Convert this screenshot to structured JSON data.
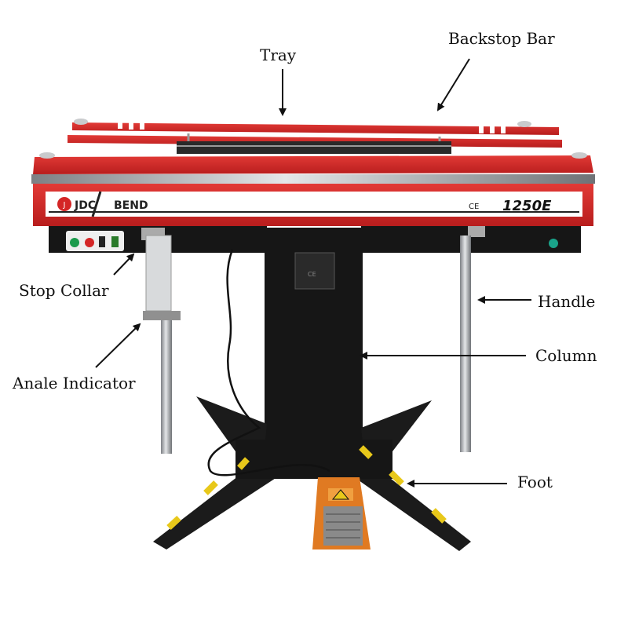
{
  "callouts": {
    "tray": "Tray",
    "backstop_bar": "Backstop Bar",
    "stop_collar": "Stop Collar",
    "handle": "Handle",
    "column": "Column",
    "angle_indicator": "Anale Indicator",
    "foot": "Foot"
  },
  "machine": {
    "brand_left": "JDC",
    "brand_right": "BEND",
    "model": "1250E",
    "cert_mark": "CE",
    "plate_mark": "CE"
  },
  "colors": {
    "machine_red": "#d42626",
    "frame_black": "#161616",
    "pedal_orange": "#e07a22",
    "hazard_yellow": "#e8c81a",
    "chrome": "#b9bcc0"
  }
}
